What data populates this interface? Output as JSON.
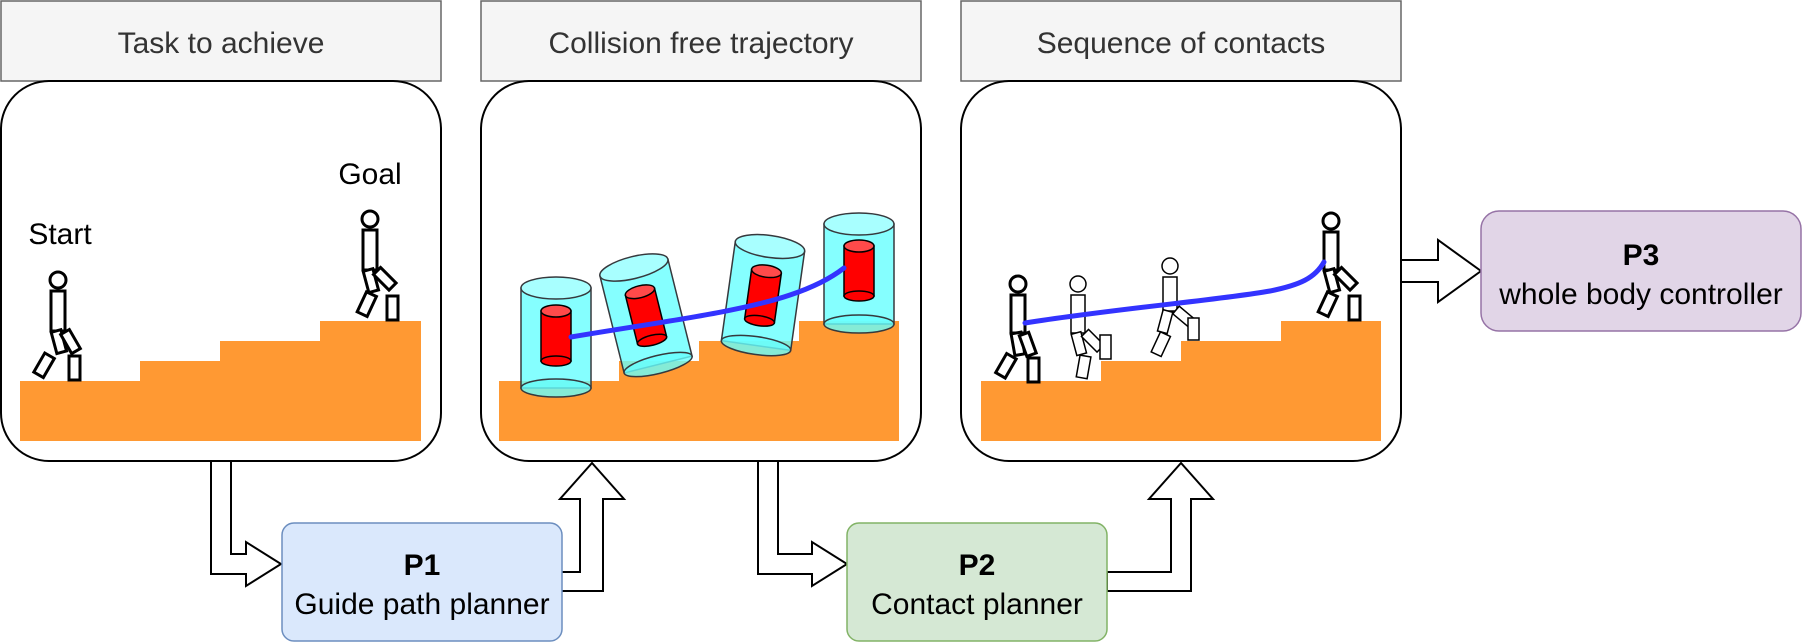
{
  "panels": [
    {
      "title": "Task to achieve",
      "start_label": "Start",
      "goal_label": "Goal"
    },
    {
      "title": "Collision free trajectory"
    },
    {
      "title": "Sequence of contacts"
    }
  ],
  "planners": {
    "p1": {
      "code": "P1",
      "name": "Guide path planner"
    },
    "p2": {
      "code": "P2",
      "name": "Contact planner"
    },
    "p3": {
      "code": "P3",
      "name": "whole body controller"
    }
  },
  "colors": {
    "stairs": "#FF9933",
    "trajectory": "#3333FF",
    "cylinder_outer": "#66FFFF",
    "cylinder_inner": "#FF0000",
    "p1_fill": "#DAE8FC",
    "p1_stroke": "#6C8EBF",
    "p2_fill": "#D5E8D4",
    "p2_stroke": "#82B366",
    "p3_fill": "#E1D5E7",
    "p3_stroke": "#9673A6",
    "title_fill": "#F5F5F5",
    "title_stroke": "#666666"
  }
}
